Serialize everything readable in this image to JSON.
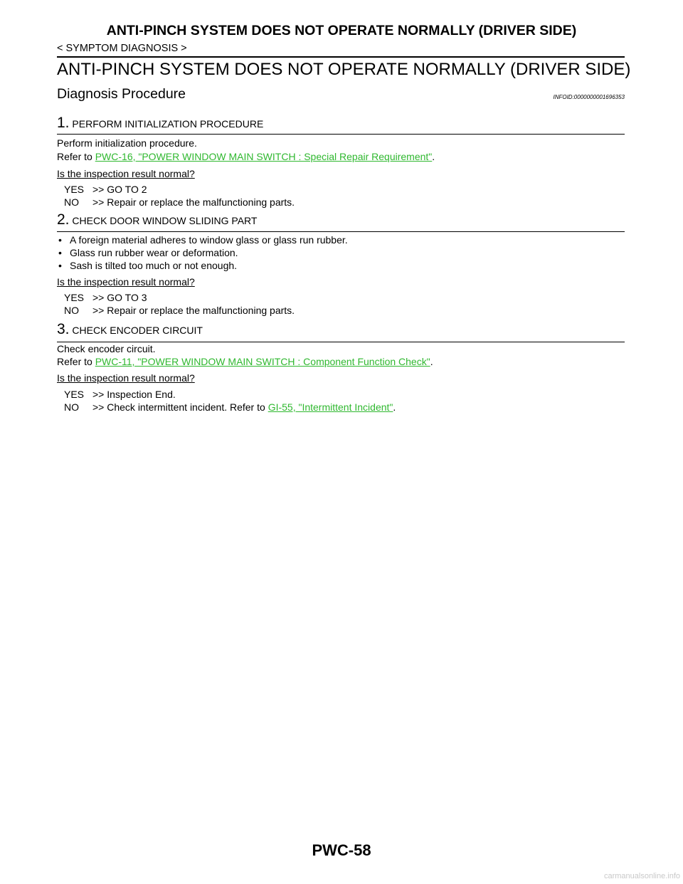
{
  "header": {
    "running_title": "ANTI-PINCH SYSTEM DOES NOT OPERATE NORMALLY (DRIVER SIDE)",
    "breadcrumb": "< SYMPTOM DIAGNOSIS >"
  },
  "section": {
    "title": "ANTI-PINCH SYSTEM DOES NOT OPERATE NORMALLY (DRIVER SIDE)",
    "subtitle": "Diagnosis Procedure",
    "infoid": "INFOID:0000000001696353"
  },
  "steps": [
    {
      "number": "1.",
      "heading": "PERFORM INITIALIZATION PROCEDURE",
      "lines": [
        "Perform initialization procedure."
      ],
      "refer_prefix": "Refer to ",
      "refer_link": "PWC-16, \"POWER WINDOW MAIN SWITCH : Special Repair Requirement\"",
      "refer_suffix": ".",
      "question": "Is the inspection result normal?",
      "yes_key": "YES",
      "yes_text": ">> GO TO 2",
      "no_key": "NO",
      "no_text": ">> Repair or replace the malfunctioning parts."
    },
    {
      "number": "2.",
      "heading": "CHECK DOOR WINDOW SLIDING PART",
      "bullets": [
        "A foreign material adheres to window glass or glass run rubber.",
        "Glass run rubber wear or deformation.",
        "Sash is tilted too much or not enough."
      ],
      "question": "Is the inspection result normal?",
      "yes_key": "YES",
      "yes_text": ">> GO TO 3",
      "no_key": "NO",
      "no_text": ">> Repair or replace the malfunctioning parts."
    },
    {
      "number": "3.",
      "heading": "CHECK ENCODER CIRCUIT",
      "lines": [
        "Check encoder circuit."
      ],
      "refer_prefix": "Refer to ",
      "refer_link": "PWC-11, \"POWER WINDOW MAIN SWITCH : Component Function Check\"",
      "refer_suffix": ".",
      "question": "Is the inspection result normal?",
      "yes_key": "YES",
      "yes_text": ">> Inspection End.",
      "no_key": "NO",
      "no_text": ">> Check intermittent incident. Refer to ",
      "no_link": "GI-55, \"Intermittent Incident\"",
      "no_suffix": "."
    }
  ],
  "footer": {
    "page_number": "PWC-58",
    "watermark": "carmanualsonline.info"
  },
  "colors": {
    "link": "#2fb82f",
    "text": "#000000",
    "watermark": "#c9c9c9"
  }
}
